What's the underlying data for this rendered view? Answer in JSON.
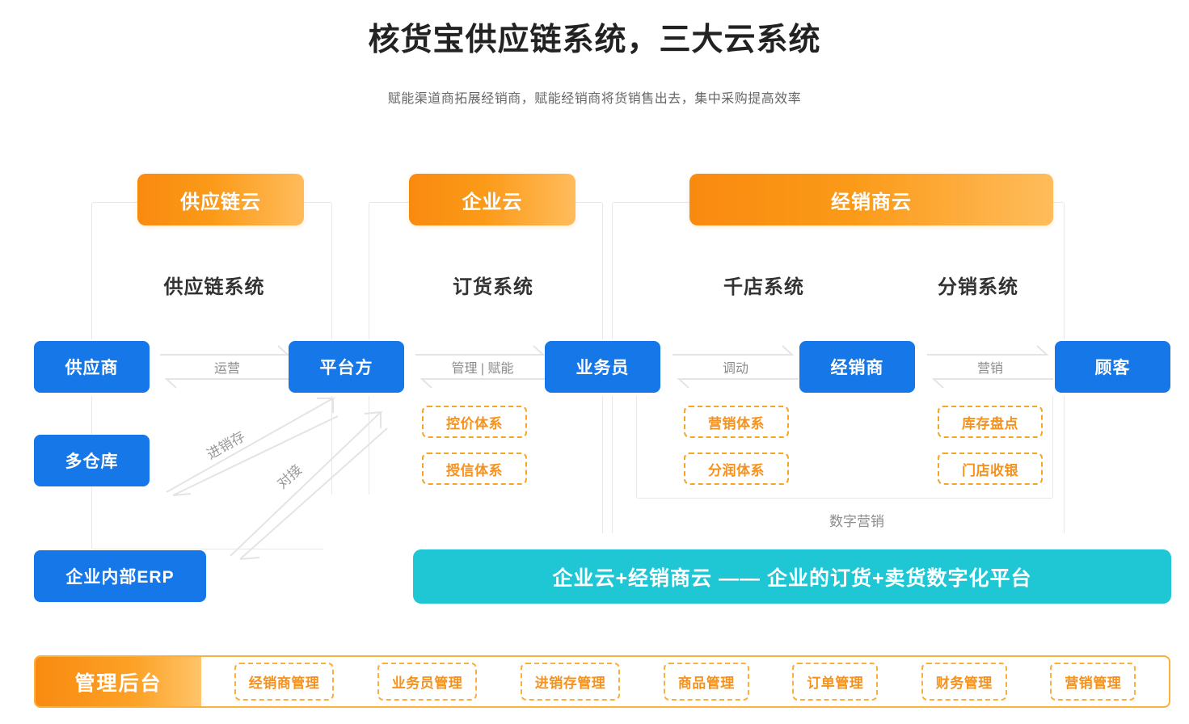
{
  "header": {
    "title": "核货宝供应链系统，三大云系统",
    "subtitle": "赋能渠道商拓展经销商，赋能经销商将货销售出去，集中采购提高效率"
  },
  "colors": {
    "orange_dark": "#f98a10",
    "orange_light": "#ffbc5c",
    "blue": "#1677e8",
    "teal": "#1fc7d4",
    "tag_border": "#f5a623",
    "tag_text": "#f5921e",
    "frame_border": "#e8e8e8",
    "caption_grey": "#8c8c8c"
  },
  "clouds": [
    {
      "label": "供应链云"
    },
    {
      "label": "企业云"
    },
    {
      "label": "经销商云"
    }
  ],
  "systems": [
    {
      "label": "供应链系统"
    },
    {
      "label": "订货系统"
    },
    {
      "label": "千店系统"
    },
    {
      "label": "分销系统"
    }
  ],
  "roles": [
    {
      "label": "供应商"
    },
    {
      "label": "平台方"
    },
    {
      "label": "业务员"
    },
    {
      "label": "经销商"
    },
    {
      "label": "顾客"
    },
    {
      "label": "多仓库"
    },
    {
      "label": "企业内部ERP"
    }
  ],
  "connectors": [
    {
      "label": "运营"
    },
    {
      "label": "管理 | 赋能"
    },
    {
      "label": "调动"
    },
    {
      "label": "营销"
    }
  ],
  "diagonals": [
    {
      "label": "进销存"
    },
    {
      "label": "对接"
    }
  ],
  "tag_groups": [
    {
      "owner": "订货系统",
      "tags": [
        "控价体系",
        "授信体系"
      ]
    },
    {
      "owner": "千店系统",
      "tags": [
        "营销体系",
        "分润体系"
      ]
    },
    {
      "owner": "分销系统",
      "tags": [
        "库存盘点",
        "门店收银"
      ]
    }
  ],
  "digital_marketing_caption": "数字营销",
  "teal_banner": "企业云+经销商云 —— 企业的订货+卖货数字化平台",
  "admin": {
    "badge": "管理后台",
    "items": [
      "经销商管理",
      "业务员管理",
      "进销存管理",
      "商品管理",
      "订单管理",
      "财务管理",
      "营销管理"
    ]
  }
}
